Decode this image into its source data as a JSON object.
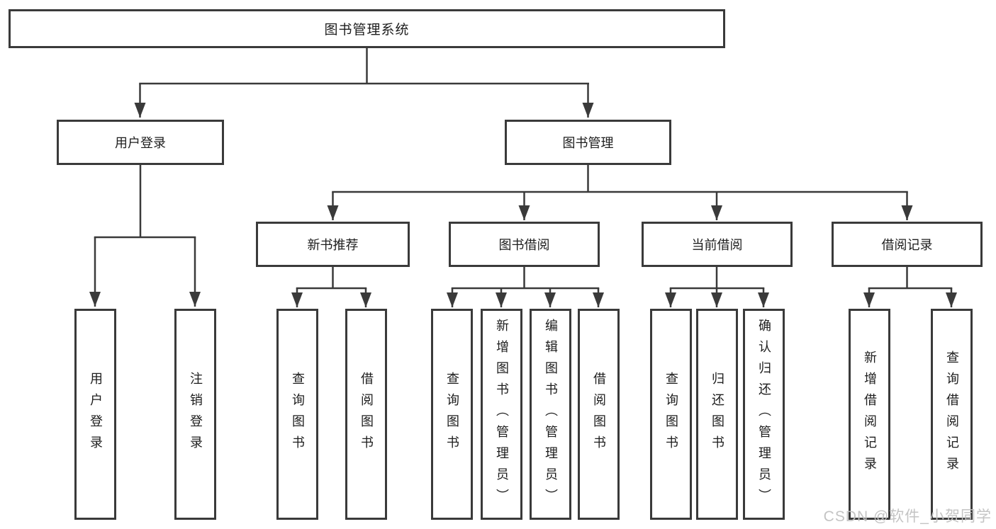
{
  "tree": {
    "label": "图书管理系统",
    "children": [
      {
        "label": "用户登录",
        "children": [
          {
            "label": "用户登录"
          },
          {
            "label": "注销登录"
          }
        ]
      },
      {
        "label": "图书管理",
        "children": [
          {
            "label": "新书推荐",
            "children": [
              {
                "label": "查询图书"
              },
              {
                "label": "借阅图书"
              }
            ]
          },
          {
            "label": "图书借阅",
            "children": [
              {
                "label": "查询图书"
              },
              {
                "label": "新增图书（管理员）"
              },
              {
                "label": "编辑图书（管理员）"
              },
              {
                "label": "借阅图书"
              }
            ]
          },
          {
            "label": "当前借阅",
            "children": [
              {
                "label": "查询图书"
              },
              {
                "label": "归还图书"
              },
              {
                "label": "确认归还（管理员）"
              }
            ]
          },
          {
            "label": "借阅记录",
            "children": [
              {
                "label": "新增借阅记录"
              },
              {
                "label": "查询借阅记录"
              }
            ]
          }
        ]
      }
    ]
  },
  "watermark": "CSDN @软件_小贺同学",
  "colors": {
    "line": "#3a3a3a",
    "text": "#1d1d1d",
    "background": "#ffffff",
    "watermark": "#c1c1c1"
  }
}
